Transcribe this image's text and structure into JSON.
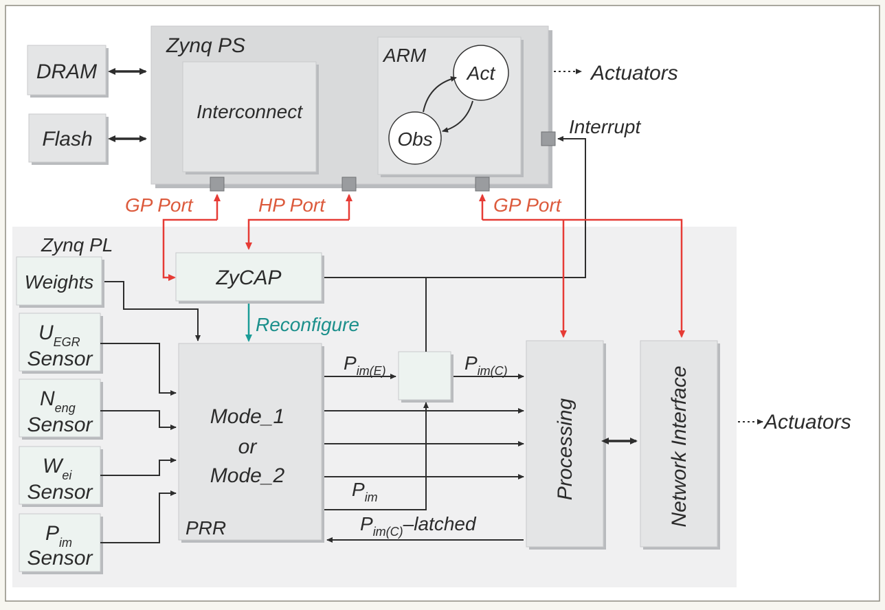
{
  "zynq_ps": {
    "title": "Zynq PS",
    "interconnect": "Interconnect",
    "arm": {
      "title": "ARM",
      "act": "Act",
      "obs": "Obs"
    }
  },
  "memory": {
    "dram": "DRAM",
    "flash": "Flash"
  },
  "ports": {
    "gp_left": "GP Port",
    "hp": "HP Port",
    "gp_right": "GP Port"
  },
  "interrupt": "Interrupt",
  "actuators_top": "Actuators",
  "actuators_right": "Actuators",
  "zynq_pl": {
    "title": "Zynq PL",
    "zycap": "ZyCAP",
    "reconfigure": "Reconfigure",
    "prr": {
      "line1": "Mode_1",
      "line2": "or",
      "line3": "Mode_2",
      "label": "PRR"
    },
    "processing": "Processing",
    "network_interface": "Network Interface"
  },
  "inputs": {
    "weights": "Weights",
    "u_egr": {
      "main": "U",
      "sub": "EGR",
      "line2": "Sensor"
    },
    "n_eng": {
      "main": "N",
      "sub": "eng",
      "line2": "Sensor"
    },
    "w_ei": {
      "main": "W",
      "sub": "ei",
      "line2": "Sensor"
    },
    "p_im": {
      "main": "P",
      "sub": "im",
      "line2": "Sensor"
    }
  },
  "signals": {
    "p_im_e": {
      "main": "P",
      "sub": "im(E)"
    },
    "p_im_c": {
      "main": "P",
      "sub": "im(C)"
    },
    "p_im": {
      "main": "P",
      "sub": "im"
    },
    "p_im_c_latched": {
      "main": "P",
      "sub": "im(C)",
      "suffix": "–latched"
    }
  },
  "colors": {
    "red_arrow": "#e63b35",
    "teal_arrow": "#1b9c97",
    "port_label": "#dc5a3c",
    "reconfigure_label": "#1b8f8b"
  }
}
